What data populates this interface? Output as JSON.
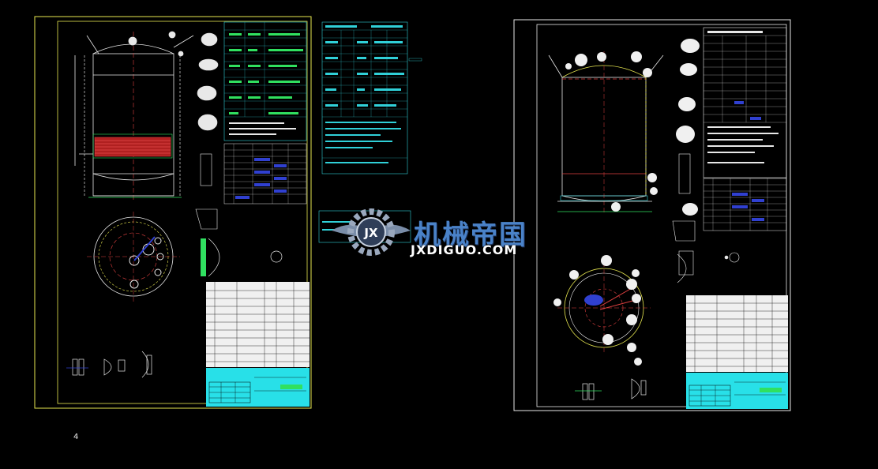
{
  "watermark": {
    "logo_letters": "JX",
    "title": "机械帝国",
    "url": "JXDIGUO.COM"
  },
  "sheet_number": "4",
  "colors": {
    "background": "#000000",
    "frame": "#e8e850",
    "table_cyan": "#30d0d8",
    "text_green": "#30e060",
    "section_red": "#e04040",
    "title_block": "#28e0e8",
    "bom_white": "#f0f0f0",
    "fill_blue": "#3040d0",
    "logo_blue": "#4a82c8"
  }
}
